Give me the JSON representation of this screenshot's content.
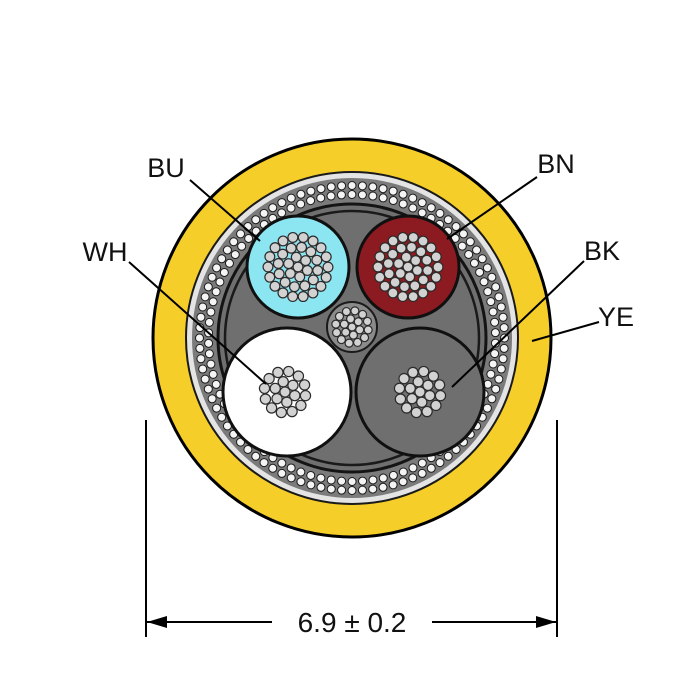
{
  "diagram": {
    "labels": {
      "bu": "BU",
      "bn": "BN",
      "wh": "WH",
      "bk": "BK",
      "ye": "YE"
    },
    "dimension_label": "6.9 ± 0.2",
    "colors": {
      "jacket": "#F6CE29",
      "foil": "#E4E4E4",
      "braid_bg": "#7B7B7B",
      "braid_dot": "#F4F4F4",
      "filler": "#6F6F6F",
      "conductor_bu": "#8BE6F2",
      "conductor_bn": "#8B1B20",
      "conductor_wh": "#FFFFFF",
      "conductor_bk": "#6F6F6F",
      "center_filler": "#8A8A8A",
      "strand": "#D2D2D2",
      "outline": "#111111"
    }
  }
}
